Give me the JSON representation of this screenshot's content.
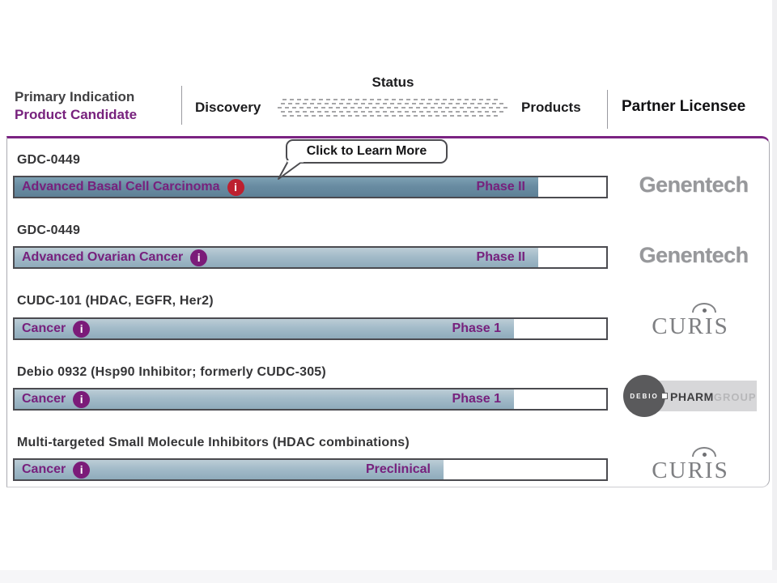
{
  "header": {
    "status": "Status",
    "primary_indication": "Primary Indication",
    "product_candidate": "Product Candidate",
    "discovery": "Discovery",
    "products": "Products",
    "partner_licensee": "Partner Licensee"
  },
  "tooltip": {
    "label": "Click to Learn More"
  },
  "icons": {
    "info": "i"
  },
  "colors": {
    "accent_purple": "#77217d",
    "panel_top_border": "#7b2382",
    "info_red": "#bd202f",
    "info_purple": "#7b1b79",
    "bar_fill_dark": "#698ca2",
    "bar_fill_light": "#a3bbc9",
    "logo_gray": "#97989b"
  },
  "rows": [
    {
      "candidate": "GDC-0449",
      "indication": "Advanced Basal Cell Carcinoma",
      "phase": "Phase II",
      "partner": "Genentech",
      "fill_css": "width:647px"
    },
    {
      "candidate": "GDC-0449",
      "indication": "Advanced Ovarian Cancer",
      "phase": "Phase II",
      "partner": "Genentech",
      "fill_css": "width:647px"
    },
    {
      "candidate": "CUDC-101 (HDAC, EGFR, Her2)",
      "indication": "Cancer",
      "phase": "Phase 1",
      "partner": "CURIS",
      "fill_css": "width:617px"
    },
    {
      "candidate": "Debio 0932 (Hsp90 Inhibitor; formerly CUDC-305)",
      "indication": "Cancer",
      "phase": "Phase 1",
      "partner_parts": {
        "circle": "DEBIO",
        "bold": "PHARM",
        "light": "GROUP"
      },
      "fill_css": "width:617px"
    },
    {
      "candidate": "Multi-targeted Small Molecule Inhibitors (HDAC combinations)",
      "indication": "Cancer",
      "phase": "Preclinical",
      "partner": "CURIS",
      "fill_css": "width:530px"
    }
  ]
}
